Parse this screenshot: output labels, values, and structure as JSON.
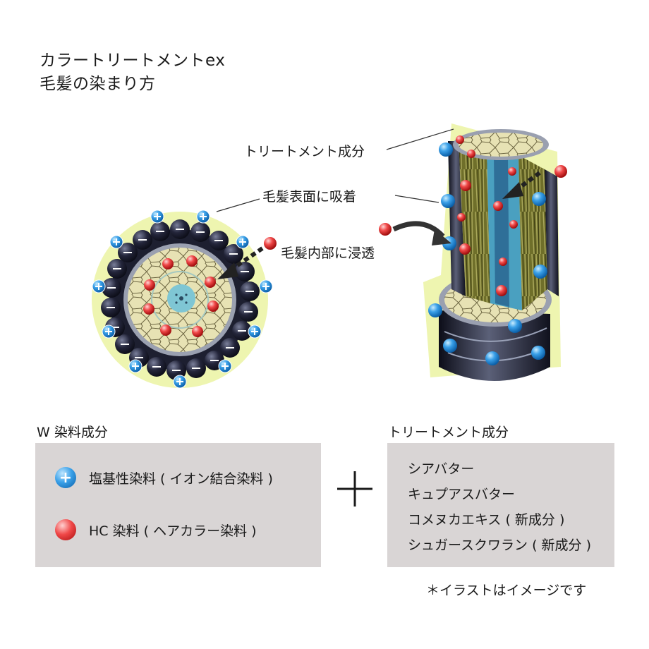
{
  "title": {
    "line1": "カラートリートメントex",
    "line2": "毛髪の染まり方"
  },
  "labels": {
    "treatment_component": "トリートメント成分",
    "surface_adsorption": "毛髪表面に吸着",
    "inner_penetration": "毛髪内部に浸透"
  },
  "w_dye": {
    "heading": "W 染料成分",
    "items": [
      {
        "icon": "blue-plus-ball-icon",
        "label": "塩基性染料 ( イオン結合染料 )"
      },
      {
        "icon": "red-ball-icon",
        "label": "HC 染料 ( ヘアカラー染料 )"
      }
    ]
  },
  "treatment": {
    "heading": "トリートメント成分",
    "items": [
      "シアバター",
      "キュプアスバター",
      "コメヌカエキス ( 新成分 )",
      "シュガースクワラン ( 新成分 )"
    ]
  },
  "note": "＊イラストはイメージです",
  "colors": {
    "box_bg": "#d9d5d5",
    "blue_ion": "#2e8fdb",
    "red_ion": "#e53333",
    "glow": "#eef5b0"
  }
}
